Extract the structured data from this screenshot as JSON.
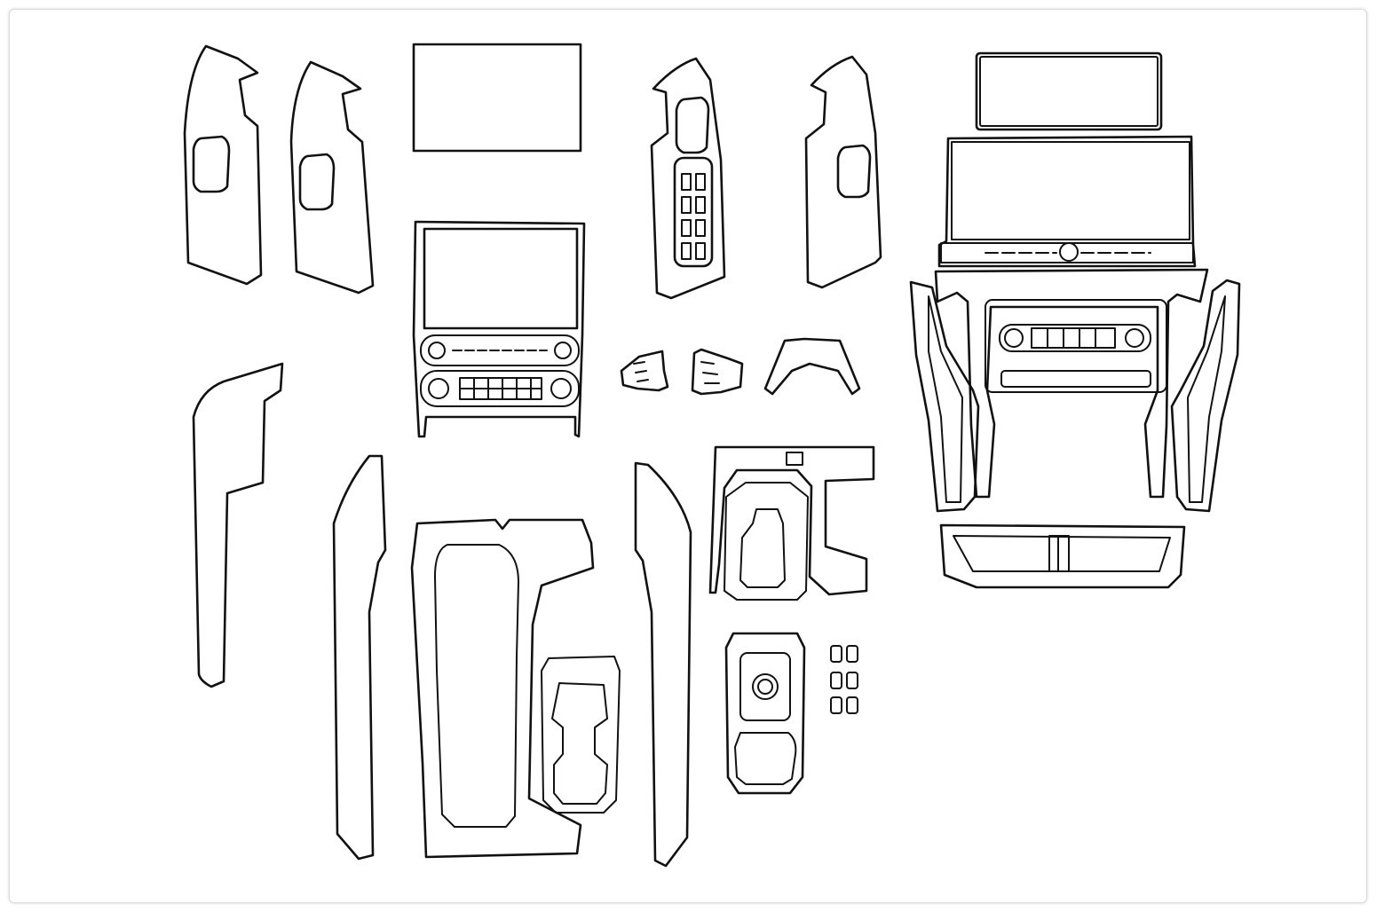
{
  "diagram": {
    "background": "#ffffff",
    "stroke_color": "#111111",
    "parts": [
      "door-panel-left-front",
      "door-panel-left-rear",
      "screen-protector-small",
      "infotainment-panel",
      "door-panel-switch",
      "door-panel-right",
      "dashboard-assembly",
      "a-pillar-trim",
      "steering-wheel-trims",
      "console-side-left",
      "center-console",
      "console-side-right",
      "gear-shifter-panel",
      "wireless-charger-panel",
      "small-button-pads"
    ]
  }
}
